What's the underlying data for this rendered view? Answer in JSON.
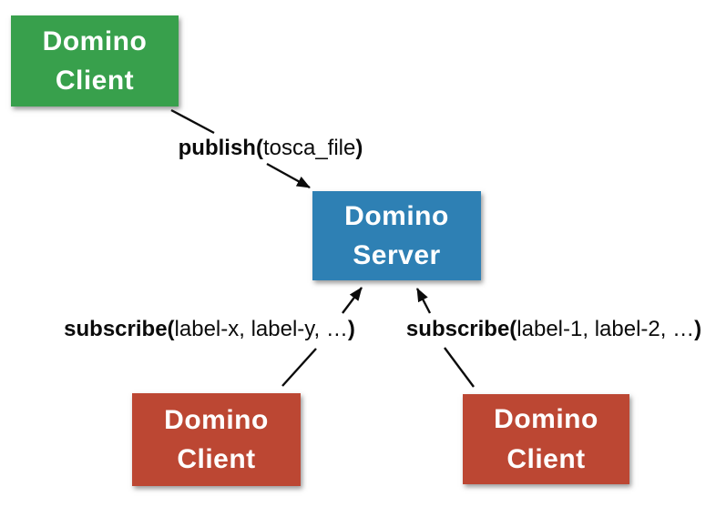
{
  "colors": {
    "background": "#ffffff",
    "publisher_green": "#38a04c",
    "server_blue": "#2e80b4",
    "subscriber_red": "#bc4733",
    "node_text": "#ffffff",
    "edge_line": "#0b0b0b",
    "edge_label_text": "#0b0b0b"
  },
  "nodes": {
    "publisher": {
      "line1": "Domino",
      "line2": "Client"
    },
    "server": {
      "line1": "Domino",
      "line2": "Server"
    },
    "subscriber_left": {
      "line1": "Domino",
      "line2": "Client"
    },
    "subscriber_right": {
      "line1": "Domino",
      "line2": "Client"
    }
  },
  "edges": {
    "publish": {
      "bold_open": "publish(",
      "args": "tosca_file",
      "bold_close": ")"
    },
    "subscribe_left": {
      "bold_open": "subscribe(",
      "args": "label-x, label-y, …",
      "bold_close": ")"
    },
    "subscribe_right": {
      "bold_open": "subscribe(",
      "args": "label-1, label-2, …",
      "bold_close": ")"
    }
  }
}
